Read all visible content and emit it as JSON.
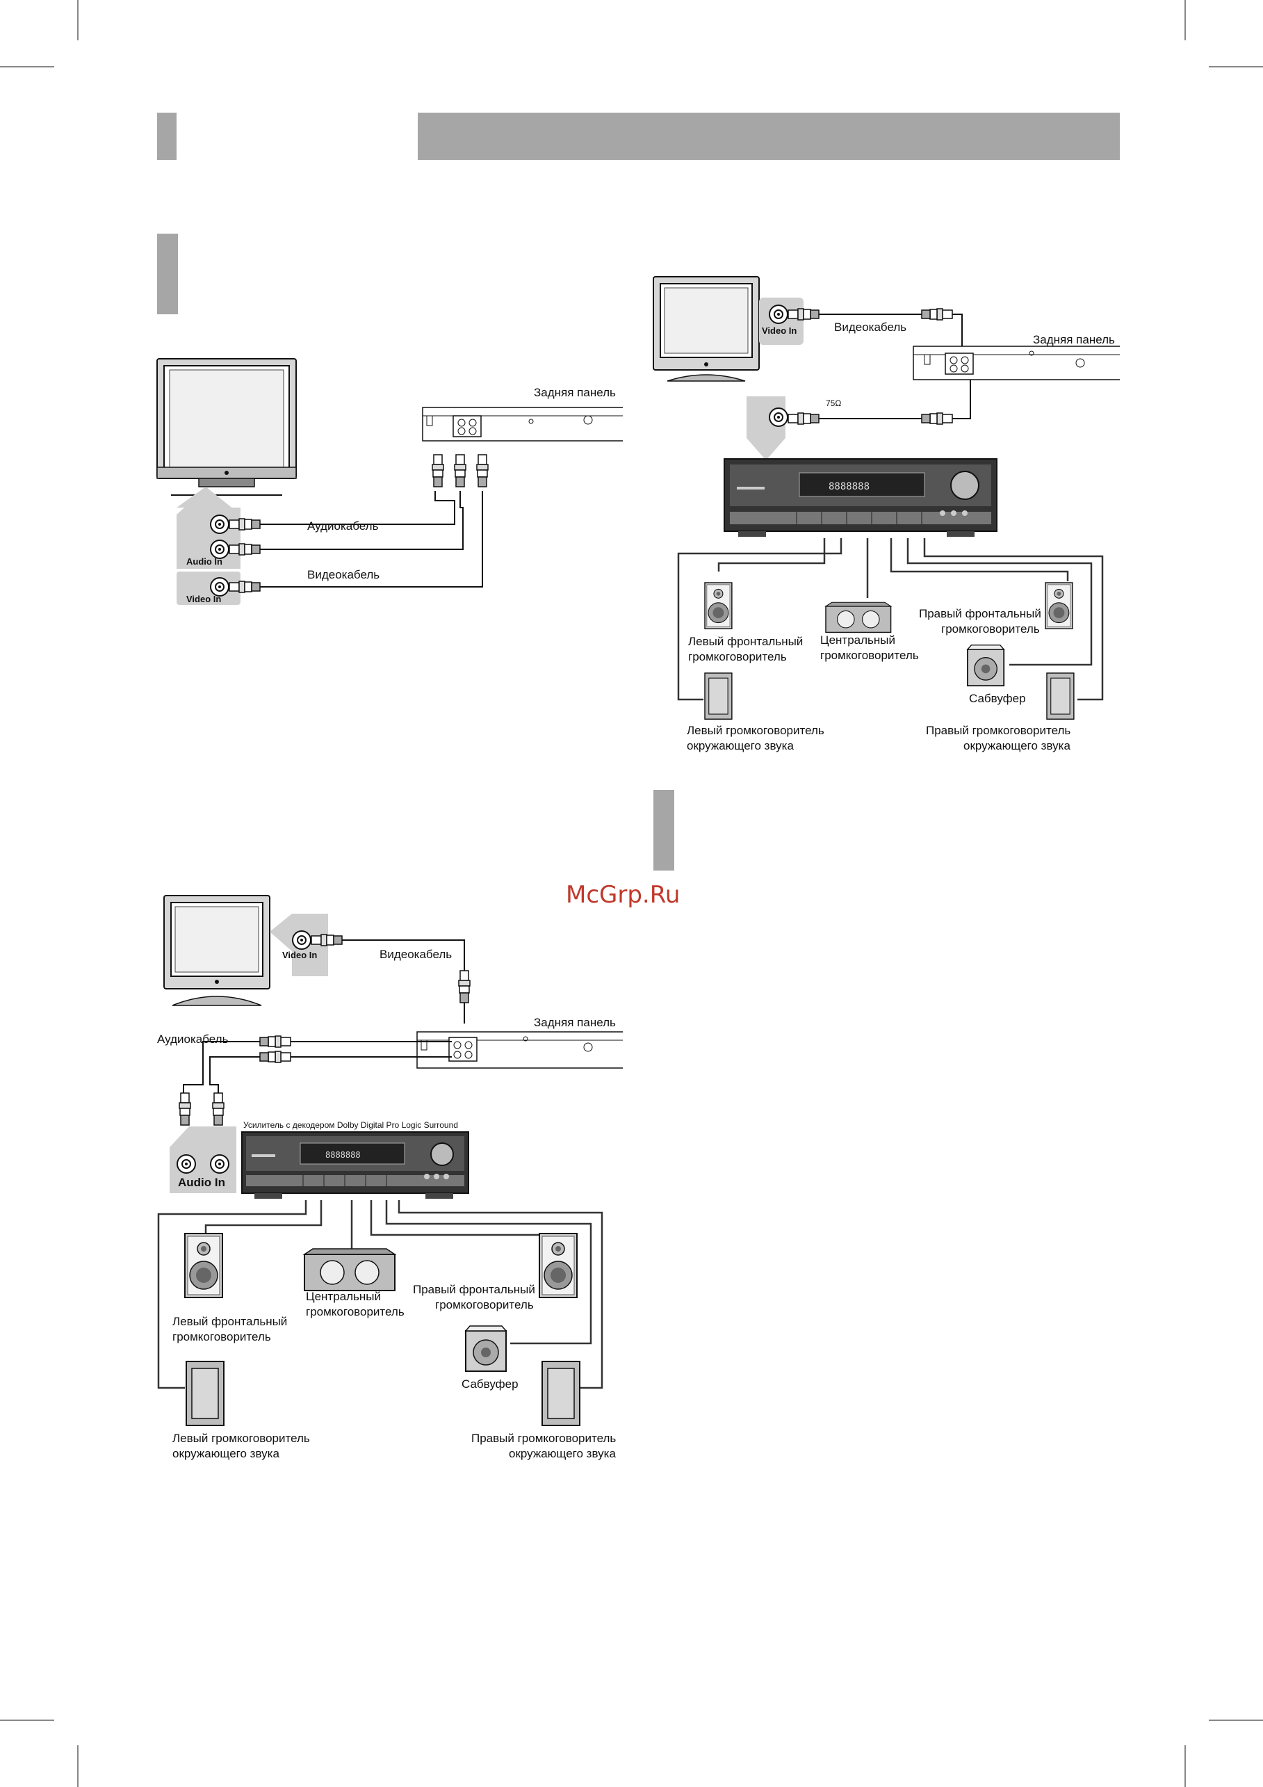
{
  "watermark": "McGrp.Ru",
  "diagram_tr": {
    "video_in": "Video In",
    "video_cable": "Видеокабель",
    "rear_panel": "Задняя панель",
    "ohm": "75Ω",
    "front_left": [
      "Левый  фронтальный",
      "громкоговоритель"
    ],
    "center": [
      "Центральный",
      "громкоговоритель"
    ],
    "front_right": [
      "Правый  фронтальный",
      "громкоговоритель"
    ],
    "subwoofer": "Сабвуфер",
    "surround_left": [
      "Левый  громкоговоритель",
      "окружающего   звука"
    ],
    "surround_right": [
      "Правый  громкоговоритель",
      "окружающего   звука"
    ]
  },
  "diagram_tl": {
    "rear_panel": "Задняя панель",
    "audio_cable": "Аудиокабель",
    "video_cable": "Видеокабель",
    "audio_in": "Audio In",
    "video_in": "Video In"
  },
  "diagram_bl": {
    "video_in": "Video In",
    "video_cable": "Видеокабель",
    "rear_panel": "Задняя панель",
    "audio_cable": "Аудиокабель",
    "amplifier": "Усилитель с декодером Dolby Digital Pro Logic Surround",
    "audio_in": "Audio In",
    "front_left": [
      "Левый  фронтальный",
      "громкоговоритель"
    ],
    "center": [
      "Центральный",
      "громкоговоритель"
    ],
    "front_right": [
      "Правый  фронтальный",
      "громкоговоритель"
    ],
    "subwoofer": "Сабвуфер",
    "surround_left": [
      "Левый  громкоговоритель",
      "окружающего   звука"
    ],
    "surround_right": [
      "Правый  громкоговоритель",
      "окружающего   звука"
    ]
  }
}
